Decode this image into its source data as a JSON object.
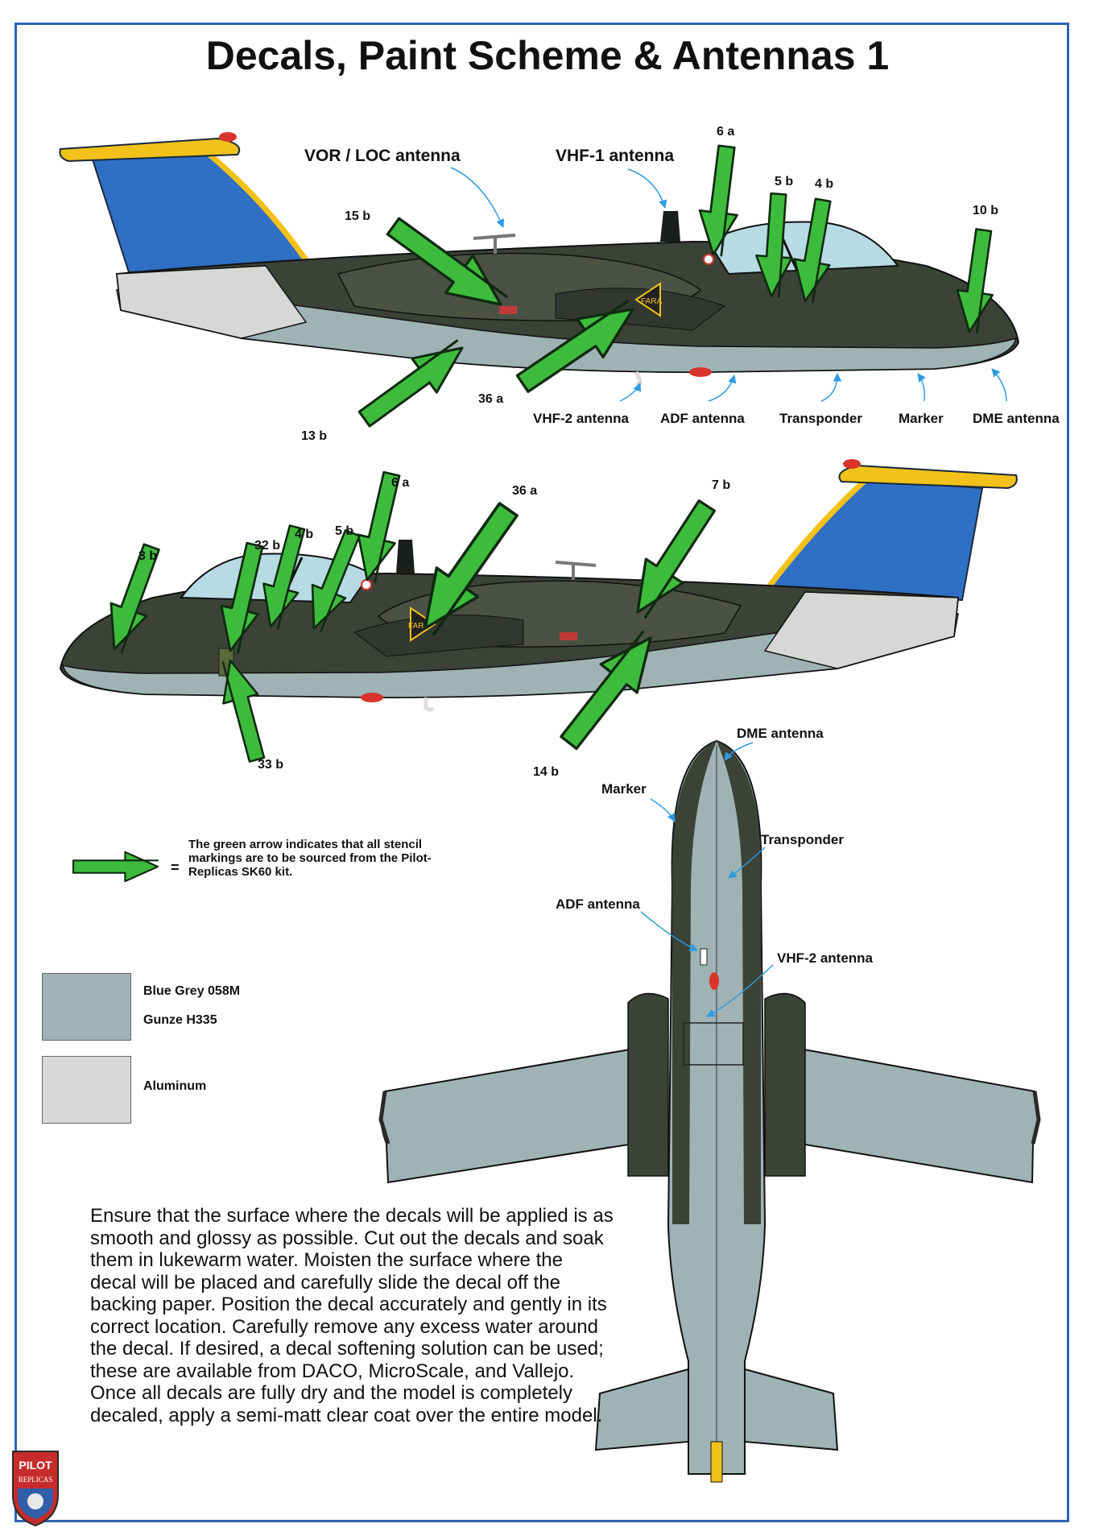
{
  "title": "Decals, Paint Scheme & Antennas 1",
  "colors": {
    "olive": "#3b4236",
    "blue_grey": "#9fb3b4",
    "aluminum": "#d6d8d6",
    "fin_blue": "#2f6fc4",
    "yellow": "#f2c21b",
    "arrow_green": "#3dbb3d",
    "canopy": "#b7dbe3",
    "frame_blue": "#2e63b5"
  },
  "side_view_top": {
    "antenna_labels": {
      "vor_loc": "VOR / LOC antenna",
      "vhf1": "VHF-1 antenna",
      "vhf2": "VHF-2 antenna",
      "adf": "ADF antenna",
      "transponder": "Transponder",
      "marker": "Marker",
      "dme": "DME antenna"
    },
    "callouts": {
      "c6a": "6 a",
      "c5b": "5 b",
      "c4b": "4 b",
      "c10b": "10 b",
      "c15b": "15 b",
      "c13b": "13 b",
      "c36a": "36 a"
    },
    "fara": "FARA"
  },
  "side_view_bottom": {
    "callouts": {
      "c6a": "6 a",
      "c36a": "36 a",
      "c7b": "7 b",
      "c3b": "3 b",
      "c32b": "32 b",
      "c4b": "4 b",
      "c5b": "5 b",
      "c33b": "33 b",
      "c14b": "14 b"
    },
    "fara": "FARA"
  },
  "plan_view": {
    "labels": {
      "dme": "DME antenna",
      "marker": "Marker",
      "transponder": "Transponder",
      "adf": "ADF antenna",
      "vhf2": "VHF-2 antenna"
    }
  },
  "legend": {
    "arrow_equals": "=",
    "arrow_text": "The green arrow indicates that all stencil markings are to be sourced from the Pilot-Replicas SK60 kit."
  },
  "swatches": {
    "blue_grey_name": "Blue Grey 058M",
    "blue_grey_code": "Gunze H335",
    "aluminum_name": "Aluminum"
  },
  "instructions": "Ensure that the surface where the decals will be applied is as smooth and glossy as possible. Cut out the decals and soak them in lukewarm water. Moisten the surface where the decal will be placed and carefully slide the decal off the backing paper. Position the decal accurately and gently in its correct location. Carefully remove any excess water around the decal. If desired, a decal softening solution can be used; these are available from DACO, MicroScale, and Vallejo. Once all decals are fully dry and the model is completely decaled, apply a semi-matt clear coat over the entire model.",
  "logo": {
    "top": "PILOT",
    "bottom": "REPLICAS"
  }
}
